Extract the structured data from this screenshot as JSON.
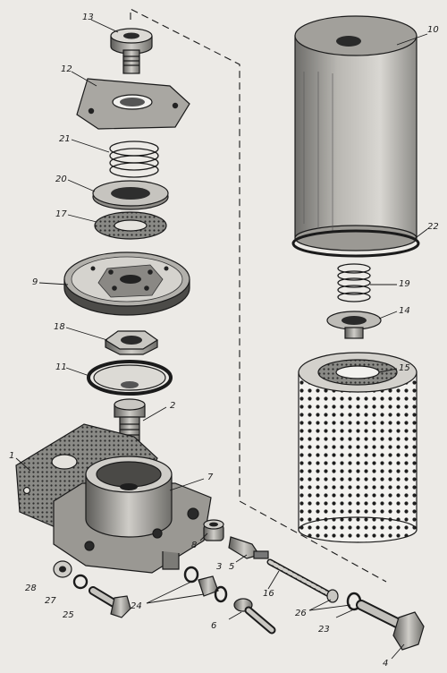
{
  "figure": {
    "background": "#eceae6",
    "ink": "#1b1b1b",
    "callouts": [
      {
        "id": "13",
        "text": "13"
      },
      {
        "id": "12",
        "text": "12"
      },
      {
        "id": "21",
        "text": "21"
      },
      {
        "id": "20",
        "text": "20"
      },
      {
        "id": "17",
        "text": "17"
      },
      {
        "id": "9",
        "text": "9"
      },
      {
        "id": "18",
        "text": "18"
      },
      {
        "id": "11",
        "text": "11"
      },
      {
        "id": "2",
        "text": "2"
      },
      {
        "id": "1",
        "text": "1"
      },
      {
        "id": "7",
        "text": "7"
      },
      {
        "id": "8",
        "text": "8"
      },
      {
        "id": "3",
        "text": "3"
      },
      {
        "id": "5",
        "text": "5"
      },
      {
        "id": "28",
        "text": "28"
      },
      {
        "id": "27",
        "text": "27"
      },
      {
        "id": "25",
        "text": "25"
      },
      {
        "id": "24",
        "text": "24"
      },
      {
        "id": "6",
        "text": "6"
      },
      {
        "id": "16",
        "text": "16"
      },
      {
        "id": "26",
        "text": "26"
      },
      {
        "id": "23",
        "text": "23"
      },
      {
        "id": "4",
        "text": "4"
      },
      {
        "id": "10",
        "text": "10"
      },
      {
        "id": "22",
        "text": "22"
      },
      {
        "id": "19",
        "text": "19"
      },
      {
        "id": "14",
        "text": "14"
      },
      {
        "id": "15",
        "text": "15"
      }
    ]
  }
}
